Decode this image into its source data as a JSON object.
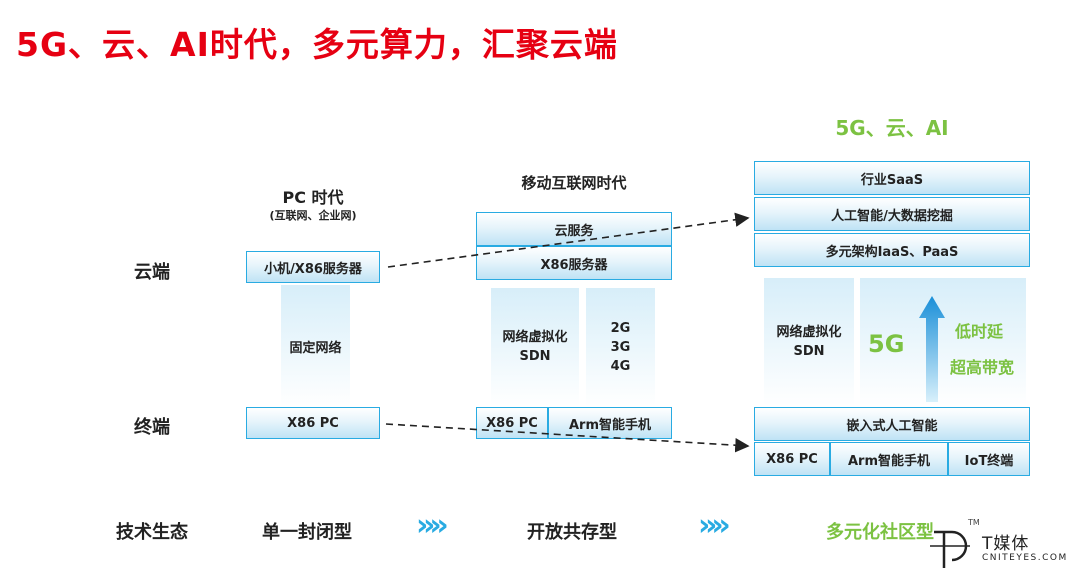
{
  "title": "5G、云、AI时代，多元算力，汇聚云端",
  "rows": {
    "cloud": "云端",
    "terminal": "终端",
    "ecosystem": "技术生态"
  },
  "pc_era": {
    "header": "PC 时代",
    "subheader": "(互联网、企业网)",
    "cloud_box": "小机/X86服务器",
    "network": "固定网络",
    "terminal_box": "X86 PC",
    "ecosystem": "单一封闭型"
  },
  "mobile_era": {
    "header": "移动互联网时代",
    "cloud_service": "云服务",
    "server": "X86服务器",
    "virtualization_line1": "网络虚拟化",
    "virtualization_line2": "SDN",
    "g2": "2G",
    "g3": "3G",
    "g4": "4G",
    "terminal_pc": "X86 PC",
    "terminal_arm": "Arm智能手机",
    "ecosystem": "开放共存型"
  },
  "ai_era": {
    "header": "5G、云、AI",
    "saas": "行业SaaS",
    "ai_bigdata": "人工智能/大数据挖掘",
    "iaas": "多元架构IaaS、PaaS",
    "virtualization_line1": "网络虚拟化",
    "virtualization_line2": "SDN",
    "g5": "5G",
    "low_latency": "低时延",
    "broadband": "超高带宽",
    "embedded_ai": "嵌入式人工智能",
    "terminal_pc": "X86 PC",
    "terminal_arm": "Arm智能手机",
    "terminal_iot": "IoT终端",
    "ecosystem": "多元化社区型"
  },
  "chevrons": "»»",
  "logo": {
    "name": "T媒体",
    "site": "CNITEYES.COM",
    "tm": "TM"
  },
  "colors": {
    "title": "#e60012",
    "accent": "#29abe2",
    "green": "#7cc242"
  }
}
